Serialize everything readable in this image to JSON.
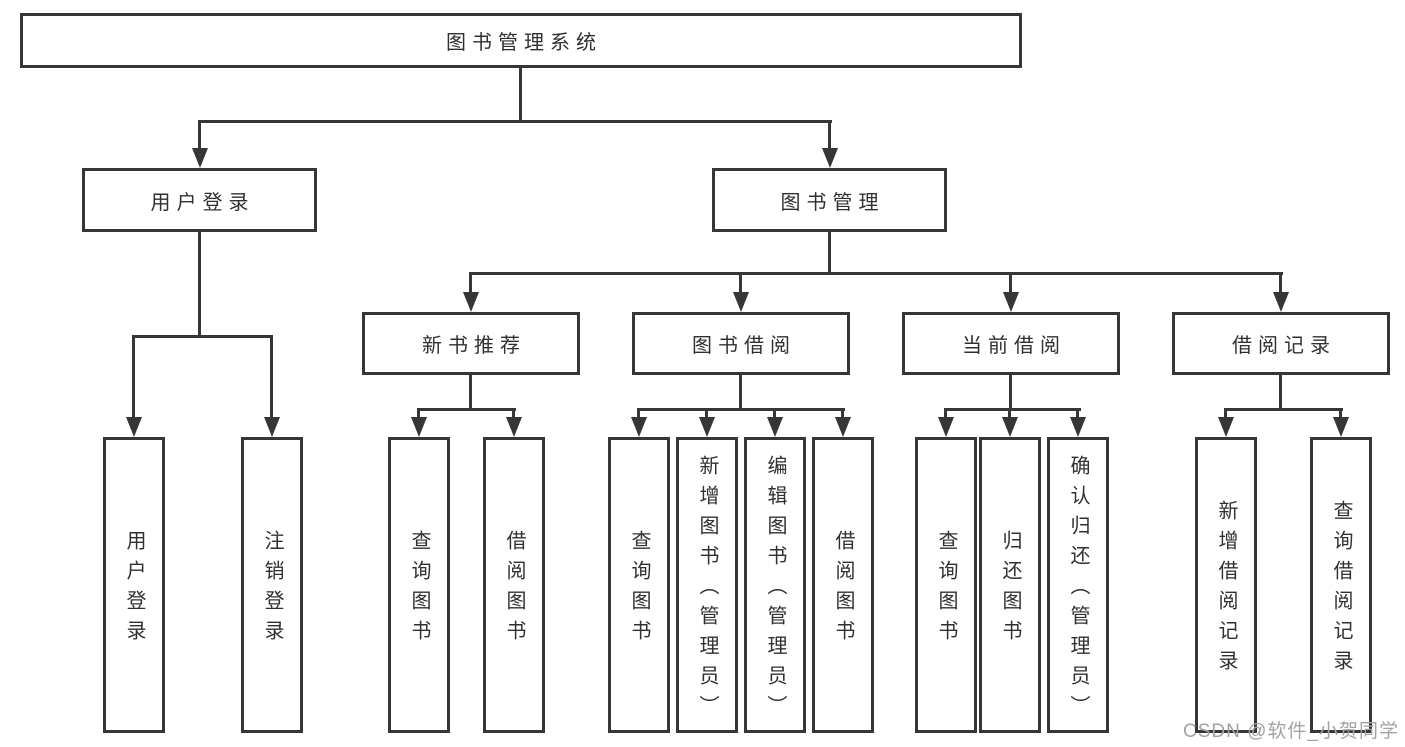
{
  "diagram": {
    "tree": {
      "label": "图书管理系统",
      "children": [
        {
          "label": "用户登录",
          "children": [
            {
              "label": "用户登录"
            },
            {
              "label": "注销登录"
            }
          ]
        },
        {
          "label": "图书管理",
          "children": [
            {
              "label": "新书推荐",
              "children": [
                {
                  "label": "查询图书"
                },
                {
                  "label": "借阅图书"
                }
              ]
            },
            {
              "label": "图书借阅",
              "children": [
                {
                  "label": "查询图书"
                },
                {
                  "label": "新增图书（管理员）"
                },
                {
                  "label": "编辑图书（管理员）"
                },
                {
                  "label": "借阅图书"
                }
              ]
            },
            {
              "label": "当前借阅",
              "children": [
                {
                  "label": "查询图书"
                },
                {
                  "label": "归还图书"
                },
                {
                  "label": "确认归还（管理员）"
                }
              ]
            },
            {
              "label": "借阅记录",
              "children": [
                {
                  "label": "新增借阅记录"
                },
                {
                  "label": "查询借阅记录"
                }
              ]
            }
          ]
        }
      ]
    },
    "colors": {
      "line": "#363636",
      "text": "#303030",
      "box_fill": "#ffffff",
      "background": "#ffffff",
      "watermark": "#a3a3a3"
    }
  },
  "watermark": {
    "text": "CSDN @软件_小贺同学"
  }
}
